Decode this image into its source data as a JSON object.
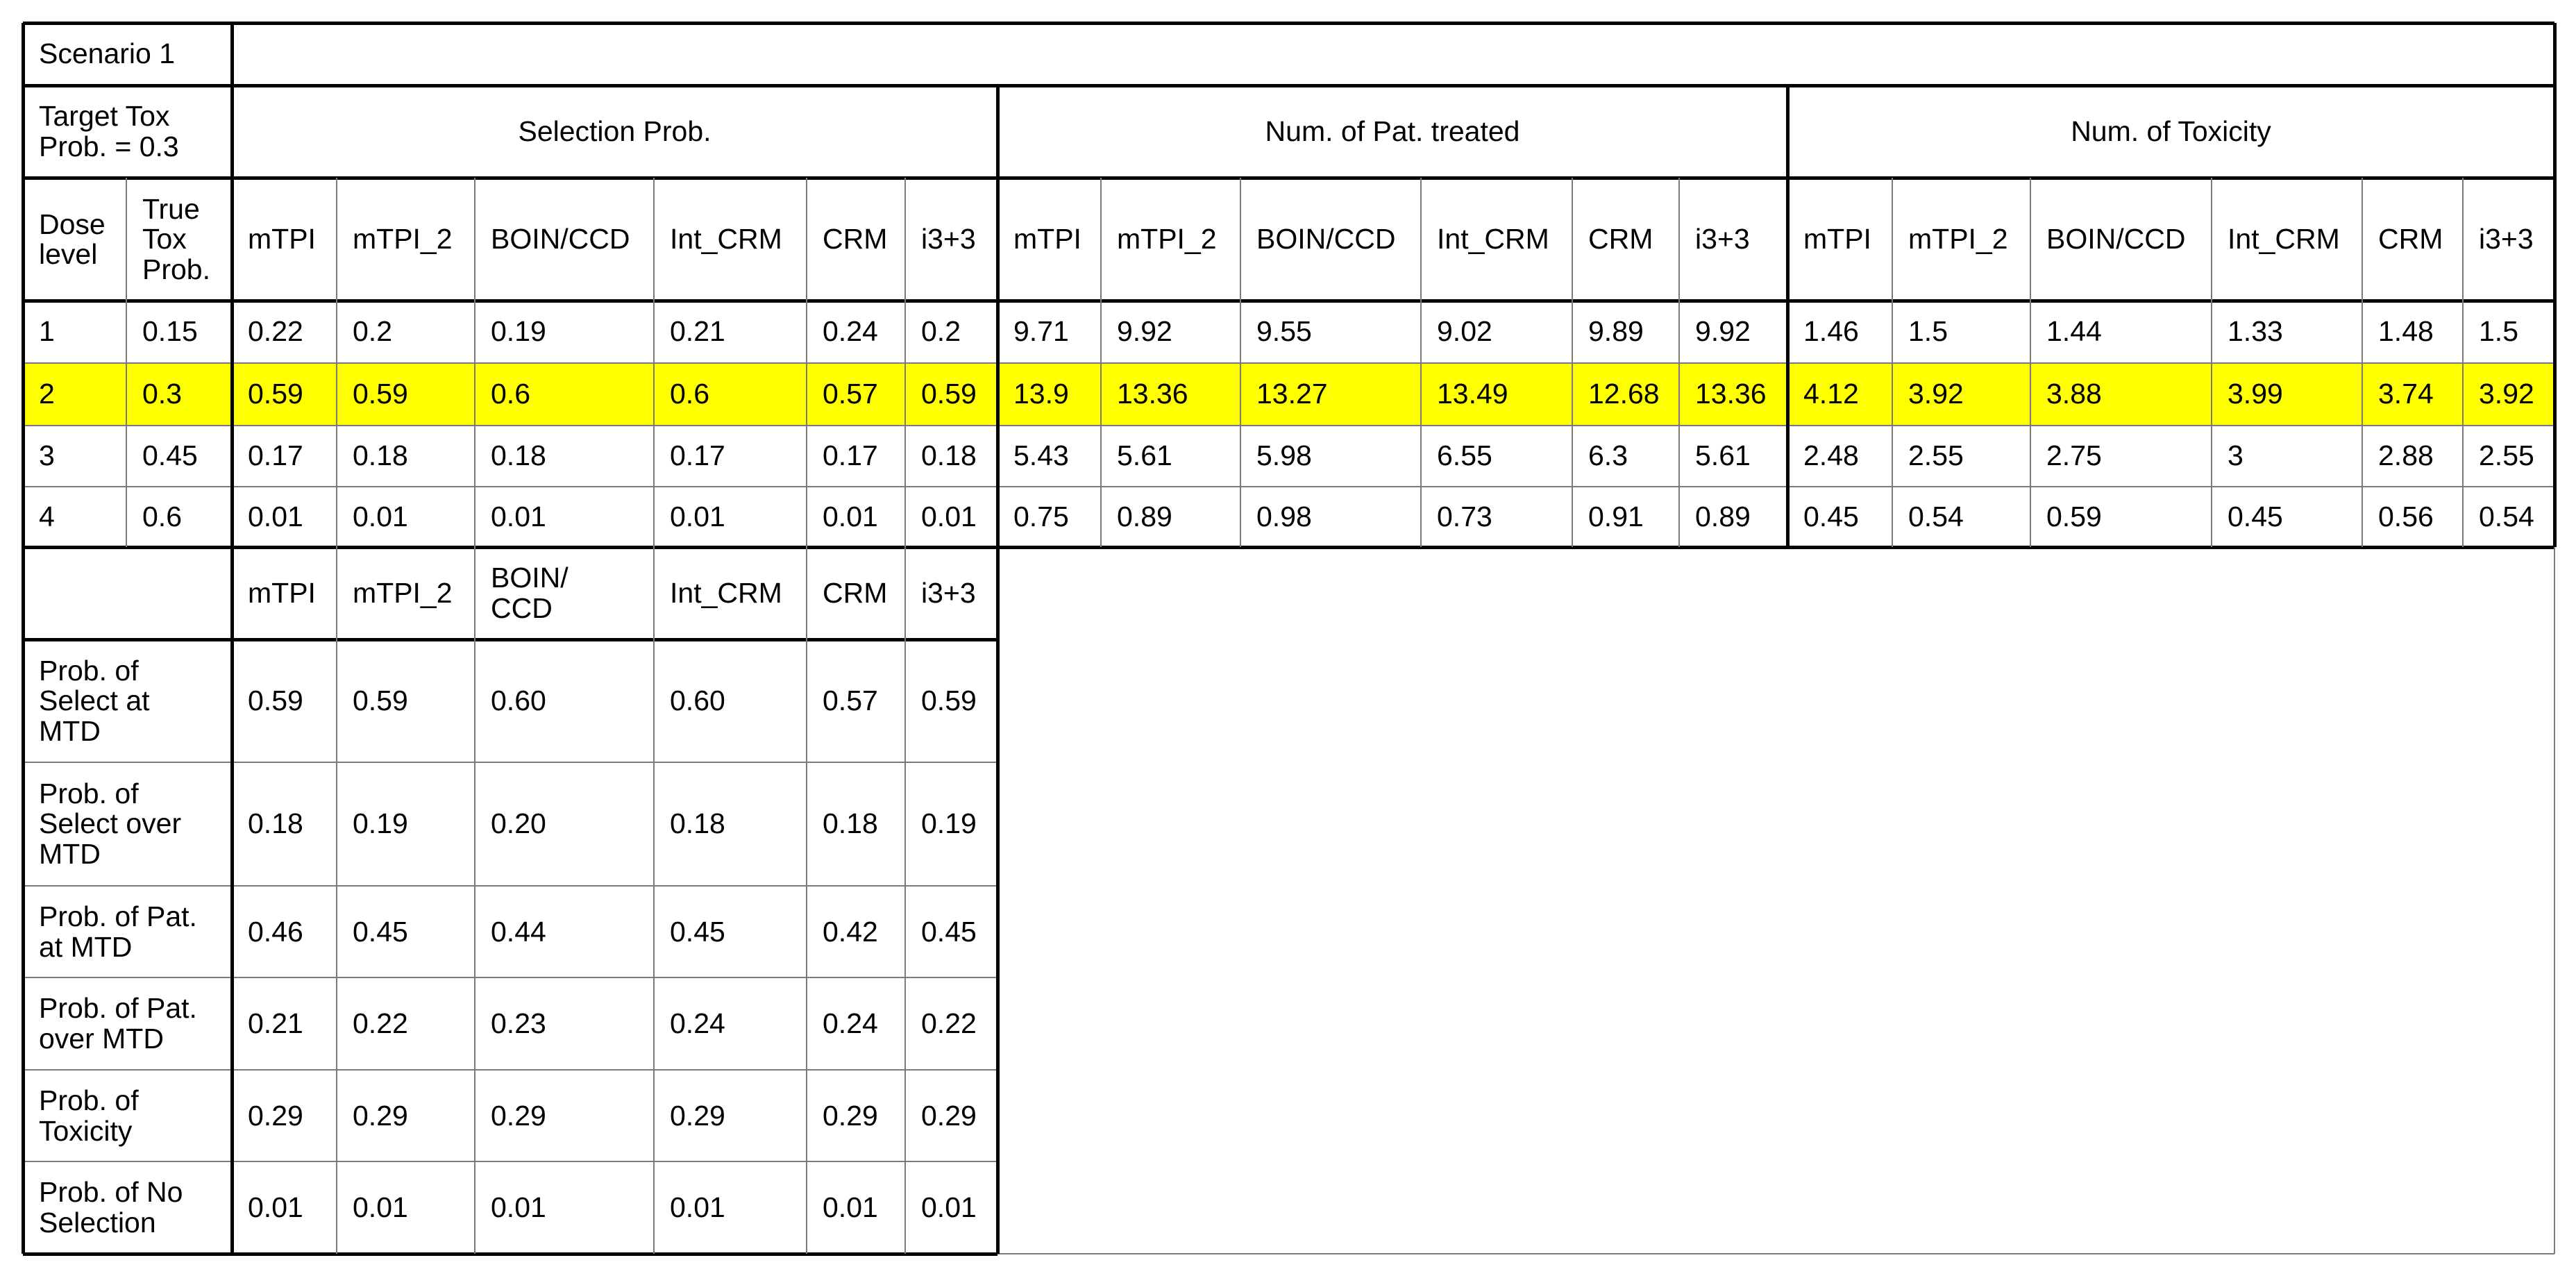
{
  "scenario_label": "Scenario 1",
  "target_label": "Target Tox\nProb. = 0.3",
  "group_headers": [
    "Selection Prob.",
    "Num. of Pat. treated",
    "Num. of Toxicity"
  ],
  "dose_header": "Dose\nlevel",
  "true_tox_header": "True\nTox\nProb.",
  "methods": [
    "mTPI",
    "mTPI_2",
    "BOIN/CCD",
    "Int_CRM",
    "CRM",
    "i3+3"
  ],
  "dose_rows": [
    {
      "dose": "1",
      "true_tox": "0.15",
      "selection": [
        "0.22",
        "0.2",
        "0.19",
        "0.21",
        "0.24",
        "0.2"
      ],
      "patients": [
        "9.71",
        "9.92",
        "9.55",
        "9.02",
        "9.89",
        "9.92"
      ],
      "toxicity": [
        "1.46",
        "1.5",
        "1.44",
        "1.33",
        "1.48",
        "1.5"
      ]
    },
    {
      "dose": "2",
      "true_tox": "0.3",
      "selection": [
        "0.59",
        "0.59",
        "0.6",
        "0.6",
        "0.57",
        "0.59"
      ],
      "patients": [
        "13.9",
        "13.36",
        "13.27",
        "13.49",
        "12.68",
        "13.36"
      ],
      "toxicity": [
        "4.12",
        "3.92",
        "3.88",
        "3.99",
        "3.74",
        "3.92"
      ]
    },
    {
      "dose": "3",
      "true_tox": "0.45",
      "selection": [
        "0.17",
        "0.18",
        "0.18",
        "0.17",
        "0.17",
        "0.18"
      ],
      "patients": [
        "5.43",
        "5.61",
        "5.98",
        "6.55",
        "6.3",
        "5.61"
      ],
      "toxicity": [
        "2.48",
        "2.55",
        "2.75",
        "3",
        "2.88",
        "2.55"
      ]
    },
    {
      "dose": "4",
      "true_tox": "0.6",
      "selection": [
        "0.01",
        "0.01",
        "0.01",
        "0.01",
        "0.01",
        "0.01"
      ],
      "patients": [
        "0.75",
        "0.89",
        "0.98",
        "0.73",
        "0.91",
        "0.89"
      ],
      "toxicity": [
        "0.45",
        "0.54",
        "0.59",
        "0.45",
        "0.56",
        "0.54"
      ]
    }
  ],
  "highlight_color": "#ffff00",
  "summary_header": [
    "mTPI",
    "mTPI_2",
    "BOIN/\nCCD",
    "Int_CRM",
    "CRM",
    "i3+3"
  ],
  "summary_rows": [
    {
      "label": "Prob. of\nSelect at\nMTD",
      "values": [
        "0.59",
        "0.59",
        "0.60",
        "0.60",
        "0.57",
        "0.59"
      ]
    },
    {
      "label": "Prob. of\nSelect over\nMTD",
      "values": [
        "0.18",
        "0.19",
        "0.20",
        "0.18",
        "0.18",
        "0.19"
      ]
    },
    {
      "label": "Prob. of Pat.\nat MTD",
      "values": [
        "0.46",
        "0.45",
        "0.44",
        "0.45",
        "0.42",
        "0.45"
      ]
    },
    {
      "label": "Prob. of Pat.\nover MTD",
      "values": [
        "0.21",
        "0.22",
        "0.23",
        "0.24",
        "0.24",
        "0.22"
      ]
    },
    {
      "label": "Prob. of\nToxicity",
      "values": [
        "0.29",
        "0.29",
        "0.29",
        "0.29",
        "0.29",
        "0.29"
      ]
    },
    {
      "label": "Prob. of No\nSelection",
      "values": [
        "0.01",
        "0.01",
        "0.01",
        "0.01",
        "0.01",
        "0.01"
      ]
    }
  ]
}
